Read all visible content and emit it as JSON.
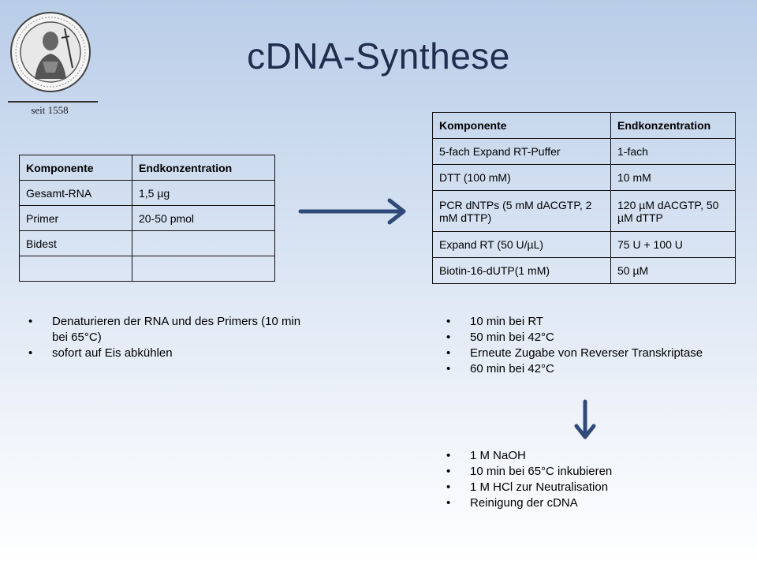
{
  "title": "cDNA-Synthese",
  "logo": {
    "caption": "seit 1558",
    "emblem": "university-seal"
  },
  "table_left": {
    "headers": [
      "Komponente",
      "Endkonzentration"
    ],
    "rows": [
      [
        "Gesamt-RNA",
        "1,5 µg"
      ],
      [
        "Primer",
        "20-50 pmol"
      ],
      [
        "Bidest",
        ""
      ],
      [
        "",
        ""
      ]
    ]
  },
  "table_right": {
    "headers": [
      "Komponente",
      "Endkonzentration"
    ],
    "rows": [
      [
        "5-fach Expand RT-Puffer",
        "1-fach"
      ],
      [
        "DTT (100 mM)",
        "10 mM"
      ],
      [
        "PCR dNTPs (5 mM dACGTP, 2 mM dTTP)",
        "120 µM dACGTP, 50 µM dTTP"
      ],
      [
        "Expand RT (50 U/µL)",
        "75 U + 100 U"
      ],
      [
        "Biotin-16-dUTP(1 mM)",
        "50 µM"
      ]
    ]
  },
  "bullets_left": [
    "Denaturieren der RNA und des Primers (10 min bei 65°C)",
    "sofort auf Eis abkühlen"
  ],
  "bullets_right_top": [
    "10 min bei RT",
    "50 min bei 42°C",
    "Erneute Zugabe von Reverser Transkriptase",
    "60 min bei 42°C"
  ],
  "bullets_right_bottom": [
    "1 M NaOH",
    "10 min bei 65°C inkubieren",
    "1 M HCl zur Neutralisation",
    "Reinigung der cDNA"
  ],
  "colors": {
    "title": "#1f2d4f",
    "arrow": "#2f4a78"
  },
  "icons": {
    "arrow_right": "arrow-right-icon",
    "arrow_down": "arrow-down-icon"
  }
}
